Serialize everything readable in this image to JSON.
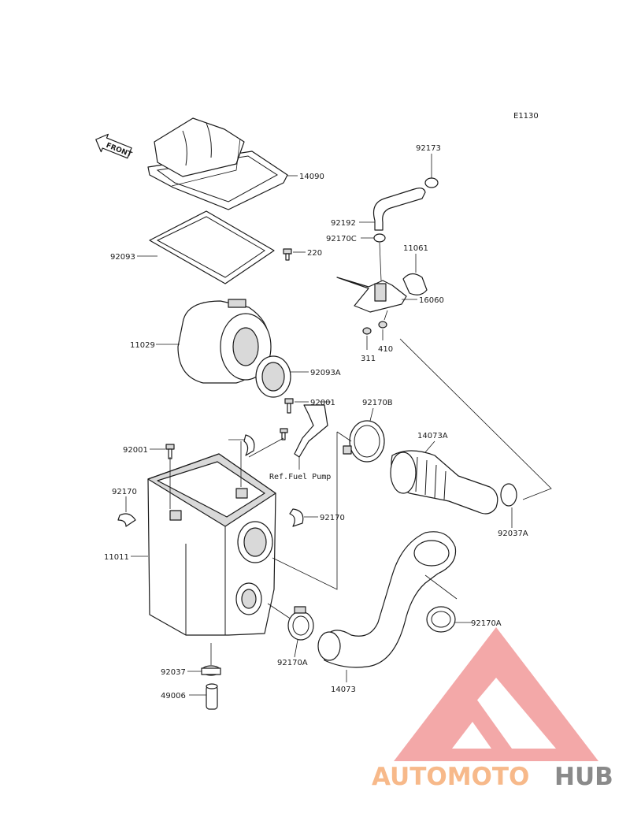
{
  "diagram_code": "E1130",
  "front_label": "FRONT",
  "note_ref": "Ref.Fuel Pump",
  "parts": [
    {
      "id": "14090"
    },
    {
      "id": "92093"
    },
    {
      "id": "220"
    },
    {
      "id": "11029"
    },
    {
      "id": "92093A"
    },
    {
      "id": "92001"
    },
    {
      "id": "92001b",
      "text": "92001"
    },
    {
      "id": "92170"
    },
    {
      "id": "92170b",
      "text": "92170"
    },
    {
      "id": "92170c",
      "text": "92170"
    },
    {
      "id": "11011"
    },
    {
      "id": "92037"
    },
    {
      "id": "49006"
    },
    {
      "id": "92173"
    },
    {
      "id": "92192"
    },
    {
      "id": "92170C"
    },
    {
      "id": "11061"
    },
    {
      "id": "16060"
    },
    {
      "id": "311"
    },
    {
      "id": "410"
    },
    {
      "id": "92170B"
    },
    {
      "id": "14073A"
    },
    {
      "id": "92037A"
    },
    {
      "id": "92170A"
    },
    {
      "id": "92170Ab",
      "text": "92170A"
    },
    {
      "id": "14073"
    }
  ],
  "watermark": {
    "text_a": "AUTOMOTO",
    "text_b": "HUB",
    "color_a": "#f7b98a",
    "color_b": "#8a8a8a",
    "logo_color": "#f29a9a"
  }
}
